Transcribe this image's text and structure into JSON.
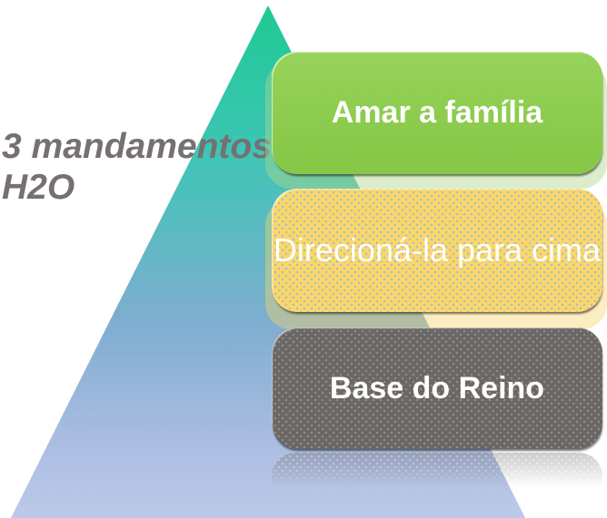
{
  "diagram": {
    "type": "pyramid-list",
    "annotation": {
      "line1": "3 mandamentos",
      "line2": "H2O",
      "text_color": "#767072"
    },
    "pyramid": {
      "gradient_top": "#1fc993",
      "gradient_upper_mid": "#3cc6b4",
      "gradient_lower_mid": "#7fadd0",
      "gradient_bottom": "#bdc9e8"
    },
    "levels": [
      {
        "label": "Amar a família",
        "fill_color": "#8fce4f",
        "glow_color": "#dbecca",
        "text_color": "#ffffff"
      },
      {
        "label": "Direcioná-la para cima",
        "fill_color": "#fad768",
        "glow_color": "#fbefc3",
        "text_color": "#ffffff"
      },
      {
        "label": "Base do Reino",
        "fill_color": "#6b6764",
        "glow_color": "#d8d6d2",
        "text_color": "#ffffff"
      }
    ]
  }
}
